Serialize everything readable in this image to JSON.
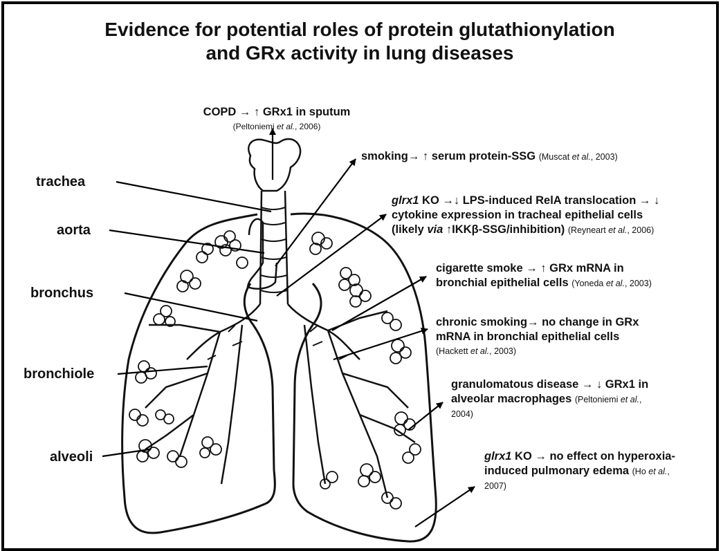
{
  "title": {
    "line1": "Evidence for potential roles of protein glutathionylation",
    "line2": "and GRx activity in lung diseases"
  },
  "anatomy_labels": {
    "trachea": "trachea",
    "aorta": "aorta",
    "bronchus": "bronchus",
    "bronchiole": "bronchiole",
    "alveoli": "alveoli"
  },
  "evidence": {
    "copd": {
      "text": "COPD → ↑ GRx1 in sputum",
      "ref_a": "(Peltoniemi ",
      "ref_etal": "et al.",
      "ref_b": ", 2006)"
    },
    "smoking": {
      "text": "smoking→ ↑ serum protein-SSG ",
      "ref_a": "(Muscat ",
      "ref_etal": "et al.",
      "ref_b": ", 2003)"
    },
    "glrx1_rela": {
      "gene": "glrx1",
      "l1_rest": " KO →↓ LPS-induced RelA translocation → ↓",
      "l2": "cytokine expression in tracheal epithelial cells",
      "l3_a": "(likely ",
      "l3_via": "via",
      "l3_b": " ↑IKKβ-SSG/inhibition) ",
      "ref_a": "(Reyneart ",
      "ref_etal": "et al.",
      "ref_b": ", 2006)"
    },
    "cigarette": {
      "l1": "cigarette smoke → ↑ GRx mRNA in",
      "l2": "bronchial epithelial cells ",
      "ref_a": "(Yoneda ",
      "ref_etal": "et al.",
      "ref_b": ", 2003)"
    },
    "chronic": {
      "l1": "chronic smoking→ no change in GRx",
      "l2": "mRNA in bronchial epithelial cells",
      "ref_a": "(Hackett ",
      "ref_etal": "et al.",
      "ref_b": ", 2003)"
    },
    "granulomatous": {
      "l1": "granulomatous disease → ↓ GRx1 in",
      "l2": "alveolar macrophages ",
      "ref_a": "(Peltoniemi ",
      "ref_etal": "et al.",
      "ref_b": ",",
      "ref_year": "2004)"
    },
    "glrx1_edema": {
      "gene": "glrx1",
      "l1_rest": " KO → no effect on hyperoxia-",
      "l2": "induced pulmonary edema ",
      "ref_a": "(Ho ",
      "ref_etal": "et al.",
      "ref_b": ",",
      "ref_year": "2007)"
    }
  },
  "colors": {
    "ink": "#111111",
    "background": "#ffffff",
    "frame": "#000000"
  }
}
